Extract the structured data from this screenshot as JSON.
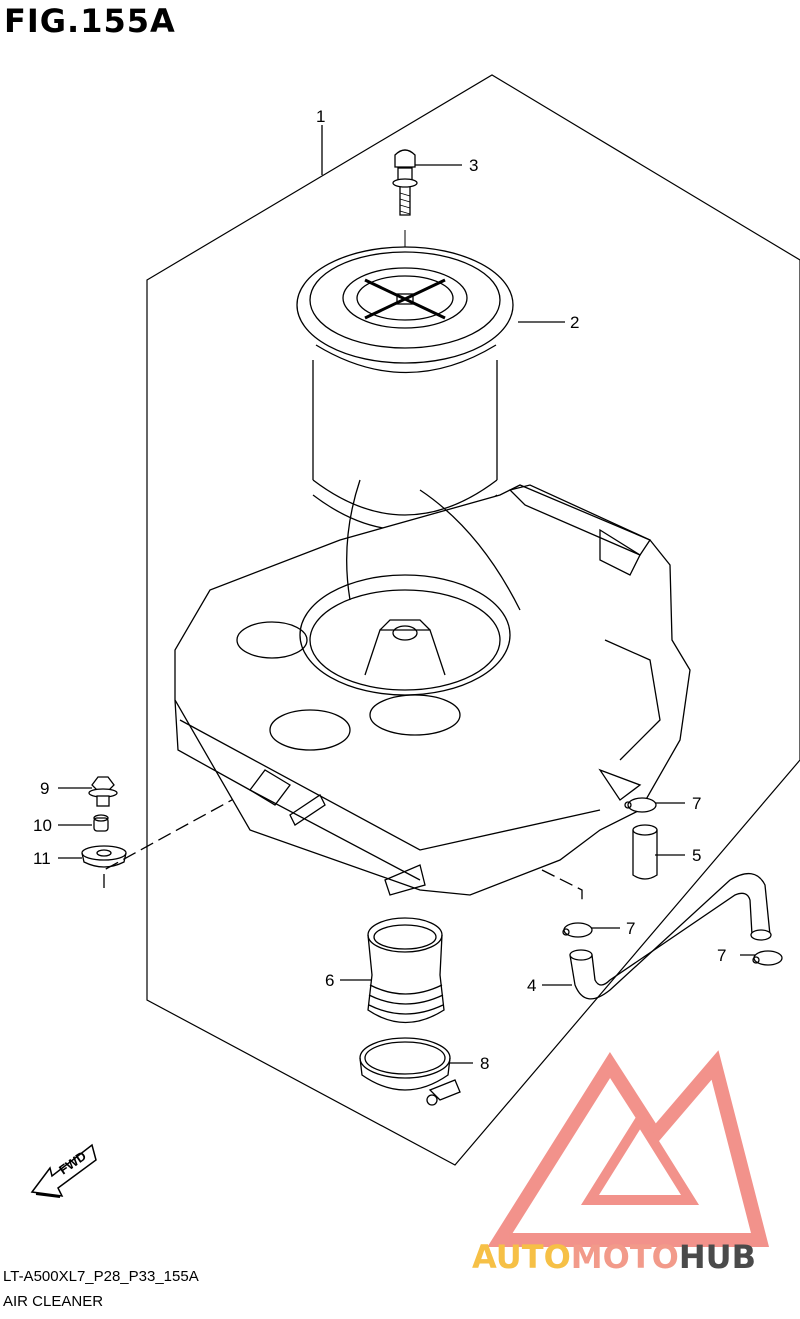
{
  "figure": {
    "title": "FIG.155A"
  },
  "callouts": [
    {
      "id": "c1",
      "label": "1"
    },
    {
      "id": "c2",
      "label": "2"
    },
    {
      "id": "c3",
      "label": "3"
    },
    {
      "id": "c4",
      "label": "4"
    },
    {
      "id": "c5",
      "label": "5"
    },
    {
      "id": "c6",
      "label": "6"
    },
    {
      "id": "c7a",
      "label": "7"
    },
    {
      "id": "c7b",
      "label": "7"
    },
    {
      "id": "c7c",
      "label": "7"
    },
    {
      "id": "c8",
      "label": "8"
    },
    {
      "id": "c9",
      "label": "9"
    },
    {
      "id": "c10",
      "label": "10"
    },
    {
      "id": "c11",
      "label": "11"
    }
  ],
  "direction_arrow": {
    "label": "FWD"
  },
  "footer": {
    "code": "LT-A500XL7_P28_P33_155A",
    "name": "AIR CLEANER"
  },
  "watermark": {
    "part1": "AUTO",
    "part2": "MOTO",
    "part3": "HUB",
    "colors": {
      "yellow": "#f6c046",
      "pink": "#f29a8a",
      "gray": "#4a4a4a"
    }
  }
}
